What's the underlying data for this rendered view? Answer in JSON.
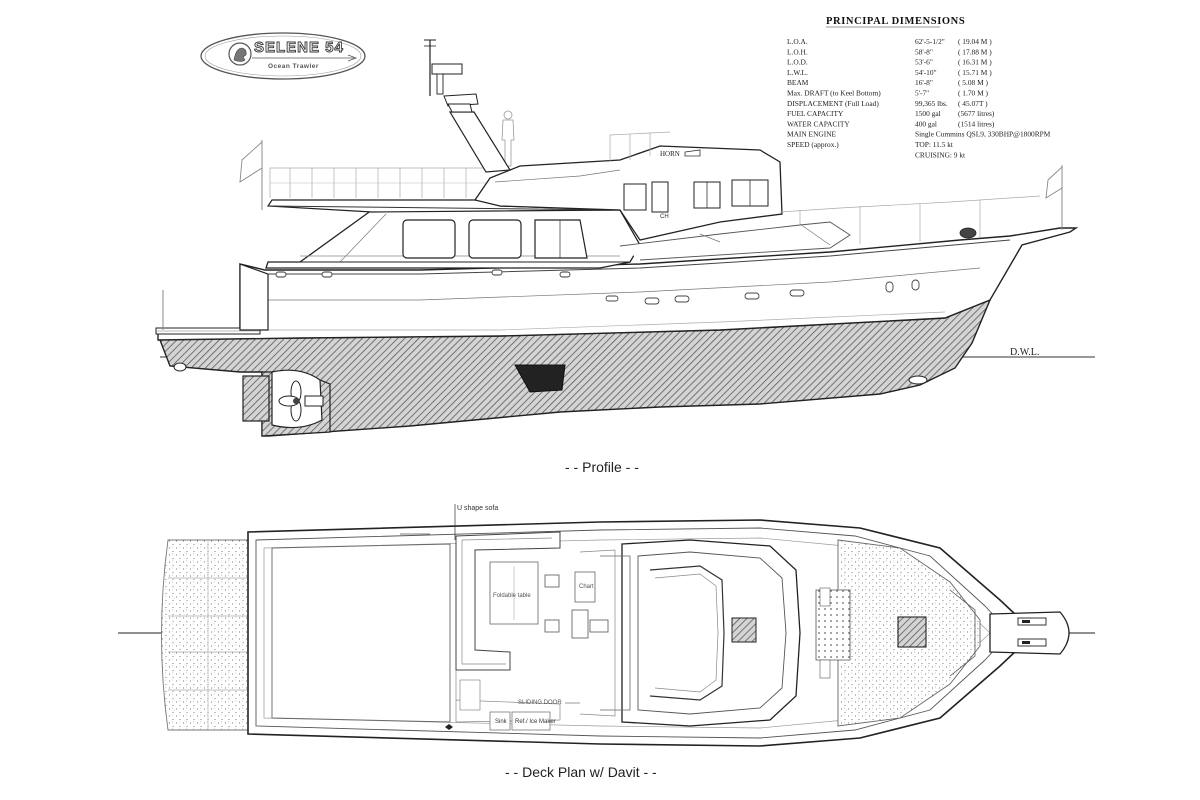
{
  "logo": {
    "title": "SELENE 54",
    "subtitle": "Ocean Trawler"
  },
  "dimensions": {
    "title": "PRINCIPAL  DIMENSIONS",
    "rows": [
      {
        "label": "L.O.A.",
        "imperial": "62'-5-1/2\"",
        "metric": "( 19.04 M )"
      },
      {
        "label": "L.O.H.",
        "imperial": "58'-8\"",
        "metric": "( 17.88 M )"
      },
      {
        "label": "L.O.D.",
        "imperial": "53'-6\"",
        "metric": "( 16.31 M )"
      },
      {
        "label": "L.W.L.",
        "imperial": "54'-10\"",
        "metric": "( 15.71 M )"
      },
      {
        "label": "BEAM",
        "imperial": "16'-8\"",
        "metric": "( 5.08 M )"
      },
      {
        "label": "Max. DRAFT (to Keel Bottom)",
        "imperial": "5'-7\"",
        "metric": "( 1.70 M )"
      },
      {
        "label": "DISPLACEMENT (Full Load)",
        "imperial": "99,365 lbs.",
        "metric": "( 45.07T )"
      },
      {
        "label": "FUEL CAPACITY",
        "imperial": "1500 gal",
        "metric": "(5677 litres)"
      },
      {
        "label": "WATER CAPACITY",
        "imperial": "400 gal",
        "metric": "(1514 litres)"
      },
      {
        "label": "MAIN ENGINE",
        "imperial": "Single Cummins QSL9, 330BHP@1800RPM",
        "metric": ""
      },
      {
        "label": "SPEED (approx.)",
        "imperial": "TOP: 11.5 kt",
        "metric": ""
      },
      {
        "label": "",
        "imperial": "CRUISING: 9 kt",
        "metric": ""
      }
    ]
  },
  "profile": {
    "caption": "- - Profile - -",
    "horn_label": "HORN",
    "dwl_label": "D.W.L.",
    "ch_label": "CH"
  },
  "deck_plan": {
    "caption": "- - Deck Plan w/ Davit - -",
    "callouts": {
      "sofa": "U shape sofa",
      "table": "Foldable table",
      "chart": "Chart",
      "sliding_door": "SLIDING DOOR",
      "sink": "Sink",
      "fridge": "Ref./ Ice Maker"
    }
  },
  "colors": {
    "hatch": "#5a5a5a",
    "line": "#444444",
    "light_line": "#aaaaaa",
    "background": "#ffffff"
  }
}
